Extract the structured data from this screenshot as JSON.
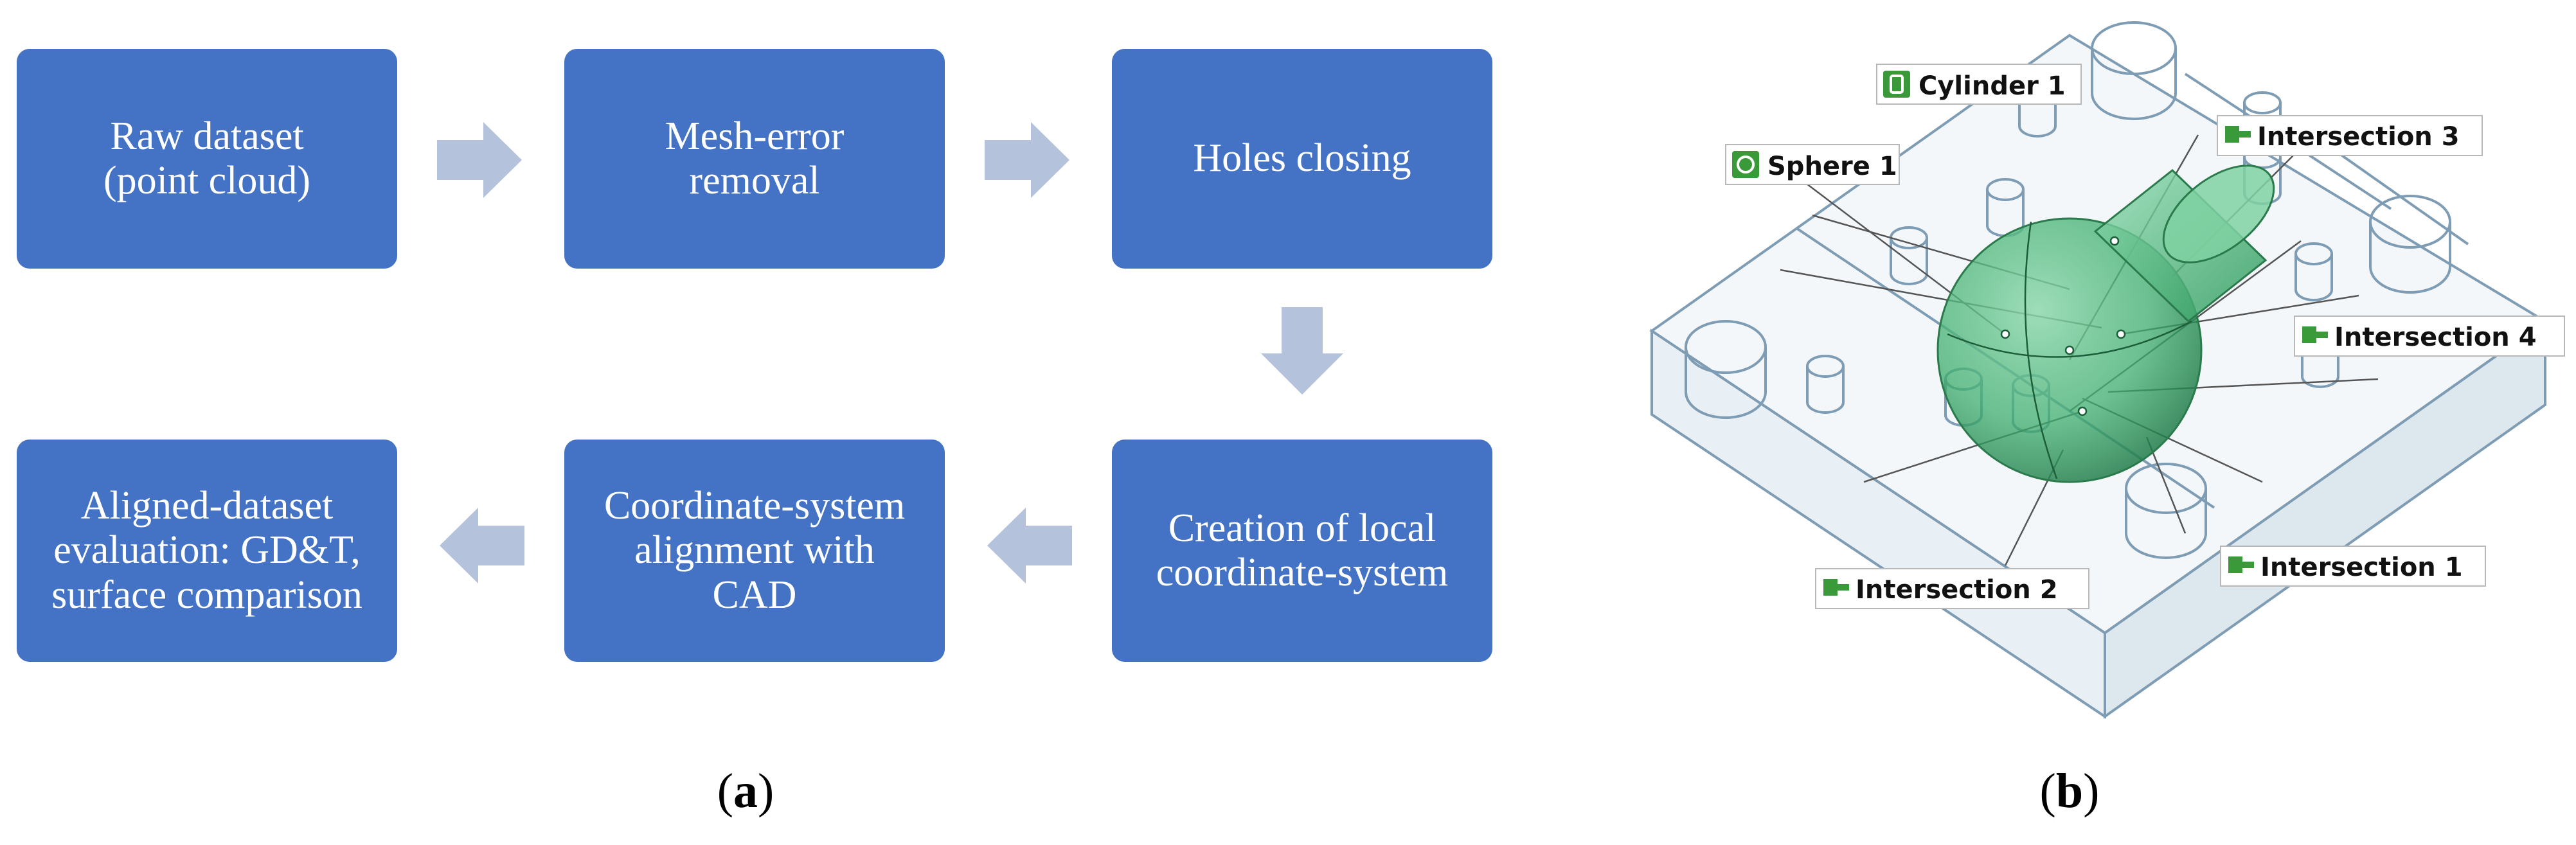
{
  "flowchart": {
    "steps": [
      {
        "id": "raw",
        "label": "Raw dataset\n(point cloud)"
      },
      {
        "id": "mesh",
        "label": "Mesh-error\nremoval"
      },
      {
        "id": "holes",
        "label": "Holes closing"
      },
      {
        "id": "local",
        "label": "Creation of local\ncoordinate-system"
      },
      {
        "id": "align",
        "label": "Coordinate-system\nalignment with\nCAD"
      },
      {
        "id": "eval",
        "label": "Aligned-dataset\nevaluation: GD&T,\nsurface comparison"
      }
    ],
    "colors": {
      "box": "#4472c4",
      "arrow": "#b4c3db"
    }
  },
  "model": {
    "labels": {
      "cylinder1": "Cylinder 1",
      "sphere1": "Sphere 1",
      "intersection1": "Intersection 1",
      "intersection2": "Intersection 2",
      "intersection3": "Intersection 3",
      "intersection4": "Intersection 4"
    },
    "colors": {
      "sphere": "#3fae6e",
      "edge": "#7e9cb3",
      "tag_icon": "#3a9a3a"
    }
  },
  "captions": {
    "a": {
      "open": "(",
      "letter": "a",
      "close": ")"
    },
    "b": {
      "open": "(",
      "letter": "b",
      "close": ")"
    }
  }
}
